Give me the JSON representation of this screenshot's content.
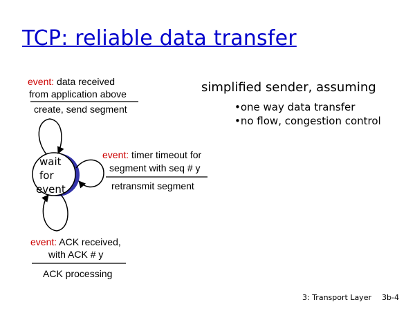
{
  "title": "TCP: reliable data transfer",
  "state": {
    "lines": [
      "wait",
      "for",
      "event"
    ]
  },
  "transitions": [
    {
      "event_prefix": "event:",
      "event_lines": [
        " data received",
        "from application above"
      ],
      "action": "create, send segment"
    },
    {
      "event_prefix": "event:",
      "event_lines": [
        " timer timeout for",
        "segment with seq # y"
      ],
      "action": "retransmit segment"
    },
    {
      "event_prefix": "event:",
      "event_lines": [
        " ACK received,",
        "with ACK # y"
      ],
      "action": "ACK processing"
    }
  ],
  "notes": {
    "heading": "simplified sender, assuming",
    "bullets": [
      "•one way data transfer",
      "•no flow, congestion control"
    ]
  },
  "footer": {
    "left": "3: Transport Layer",
    "right": "3b-4"
  },
  "colors": {
    "title": "#0000cc",
    "event": "#cc0000",
    "state_shadow": "#3333aa"
  }
}
